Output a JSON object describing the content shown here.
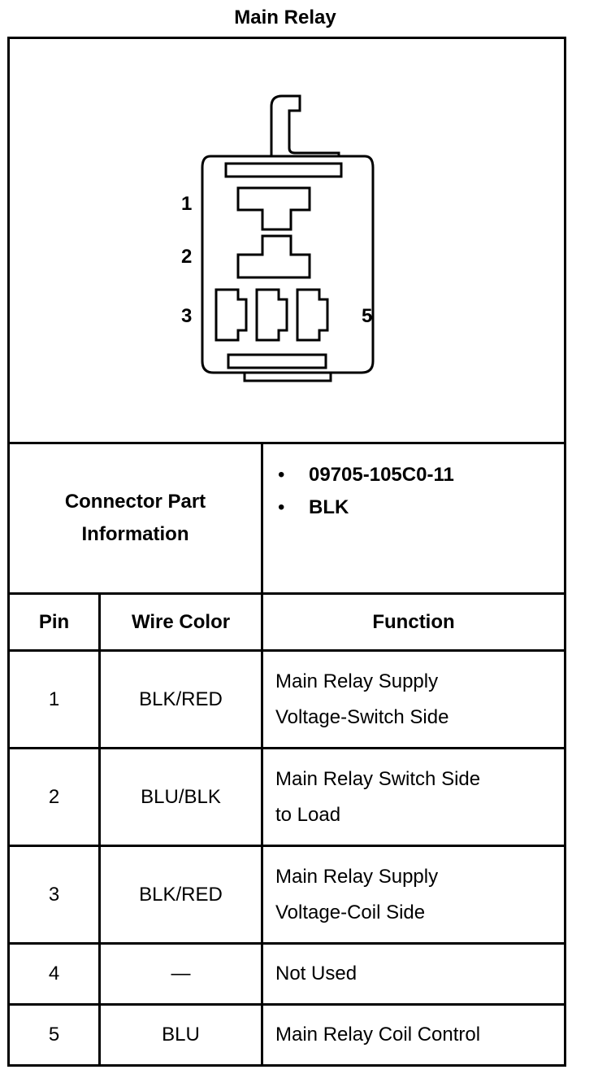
{
  "title": "Main Relay",
  "diagram": {
    "pin_labels": [
      "1",
      "2",
      "3",
      "5"
    ]
  },
  "connector_info": {
    "label_line1": "Connector Part",
    "label_line2": "Information",
    "items": [
      "09705-105C0-11",
      "BLK"
    ]
  },
  "table": {
    "headers": {
      "pin": "Pin",
      "wire_color": "Wire Color",
      "function": "Function"
    },
    "rows": [
      {
        "pin": "1",
        "wire_color": "BLK/RED",
        "function_line1": "Main Relay Supply",
        "function_line2": "Voltage-Switch Side"
      },
      {
        "pin": "2",
        "wire_color": "BLU/BLK",
        "function_line1": "Main Relay Switch Side",
        "function_line2": "to Load"
      },
      {
        "pin": "3",
        "wire_color": "BLK/RED",
        "function_line1": "Main Relay Supply",
        "function_line2": "Voltage-Coil Side"
      },
      {
        "pin": "4",
        "wire_color": "—",
        "function_line1": "Not Used",
        "function_line2": ""
      },
      {
        "pin": "5",
        "wire_color": "BLU",
        "function_line1": "Main Relay Coil Control",
        "function_line2": ""
      }
    ]
  }
}
